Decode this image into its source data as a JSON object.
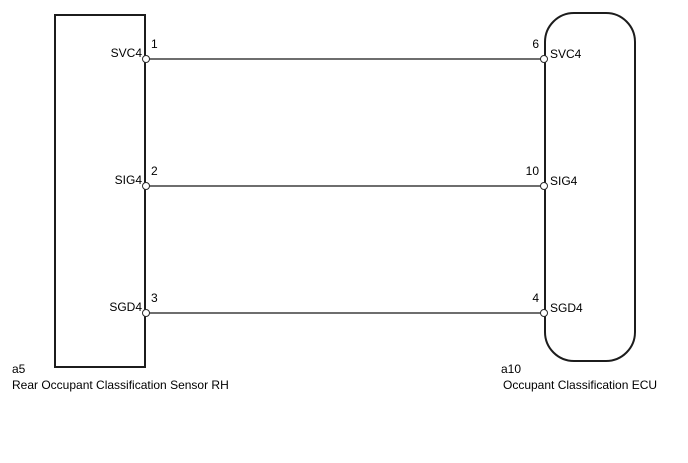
{
  "diagram": {
    "left_component": {
      "id": "a5",
      "name": "Rear Occupant Classification Sensor RH",
      "pins": [
        {
          "number": "1",
          "label": "SVC4"
        },
        {
          "number": "2",
          "label": "SIG4"
        },
        {
          "number": "3",
          "label": "SGD4"
        }
      ]
    },
    "right_component": {
      "id": "a10",
      "name": "Occupant Classification ECU",
      "pins": [
        {
          "number": "6",
          "label": "SVC4"
        },
        {
          "number": "10",
          "label": "SIG4"
        },
        {
          "number": "4",
          "label": "SGD4"
        }
      ]
    },
    "wires": [
      {
        "signal": "SVC4"
      },
      {
        "signal": "SIG4"
      },
      {
        "signal": "SGD4"
      }
    ],
    "colors": {
      "wire": "#6e6e6e",
      "component_border": "#1c1c1c",
      "text": "#000000",
      "background": "#ffffff"
    }
  }
}
